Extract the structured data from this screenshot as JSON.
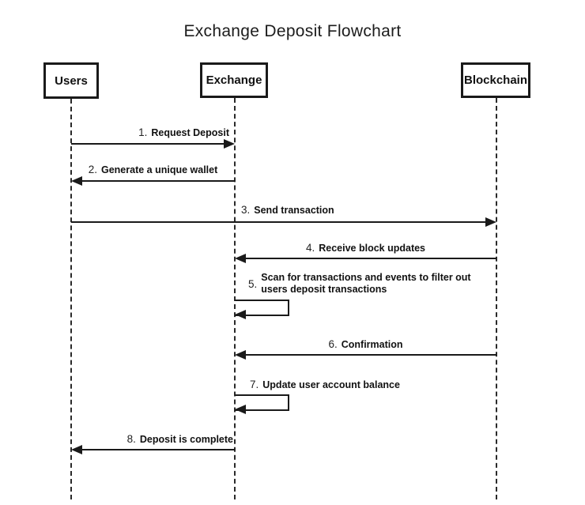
{
  "title": "Exchange Deposit Flowchart",
  "actors": [
    {
      "name": "Users"
    },
    {
      "name": "Exchange"
    },
    {
      "name": "Blockchain"
    }
  ],
  "messages": [
    {
      "num": "1.",
      "label": "Request Deposit",
      "from": "Users",
      "to": "Exchange",
      "direction": "right"
    },
    {
      "num": "2.",
      "label": "Generate a unique wallet",
      "from": "Exchange",
      "to": "Users",
      "direction": "left"
    },
    {
      "num": "3.",
      "label": "Send transaction",
      "from": "Users",
      "to": "Blockchain",
      "direction": "right"
    },
    {
      "num": "4.",
      "label": "Receive block updates",
      "from": "Blockchain",
      "to": "Exchange",
      "direction": "left"
    },
    {
      "num": "5.",
      "label": "Scan for transactions and events to filter out users deposit transactions",
      "from": "Exchange",
      "to": "Exchange",
      "direction": "self"
    },
    {
      "num": "6.",
      "label": "Confirmation",
      "from": "Blockchain",
      "to": "Exchange",
      "direction": "left"
    },
    {
      "num": "7.",
      "label": "Update user account balance",
      "from": "Exchange",
      "to": "Exchange",
      "direction": "self"
    },
    {
      "num": "8.",
      "label": "Deposit is complete",
      "from": "Exchange",
      "to": "Users",
      "direction": "left"
    }
  ],
  "colors": {
    "line": "#1a1a1a",
    "text": "#111111",
    "background": "#ffffff"
  }
}
